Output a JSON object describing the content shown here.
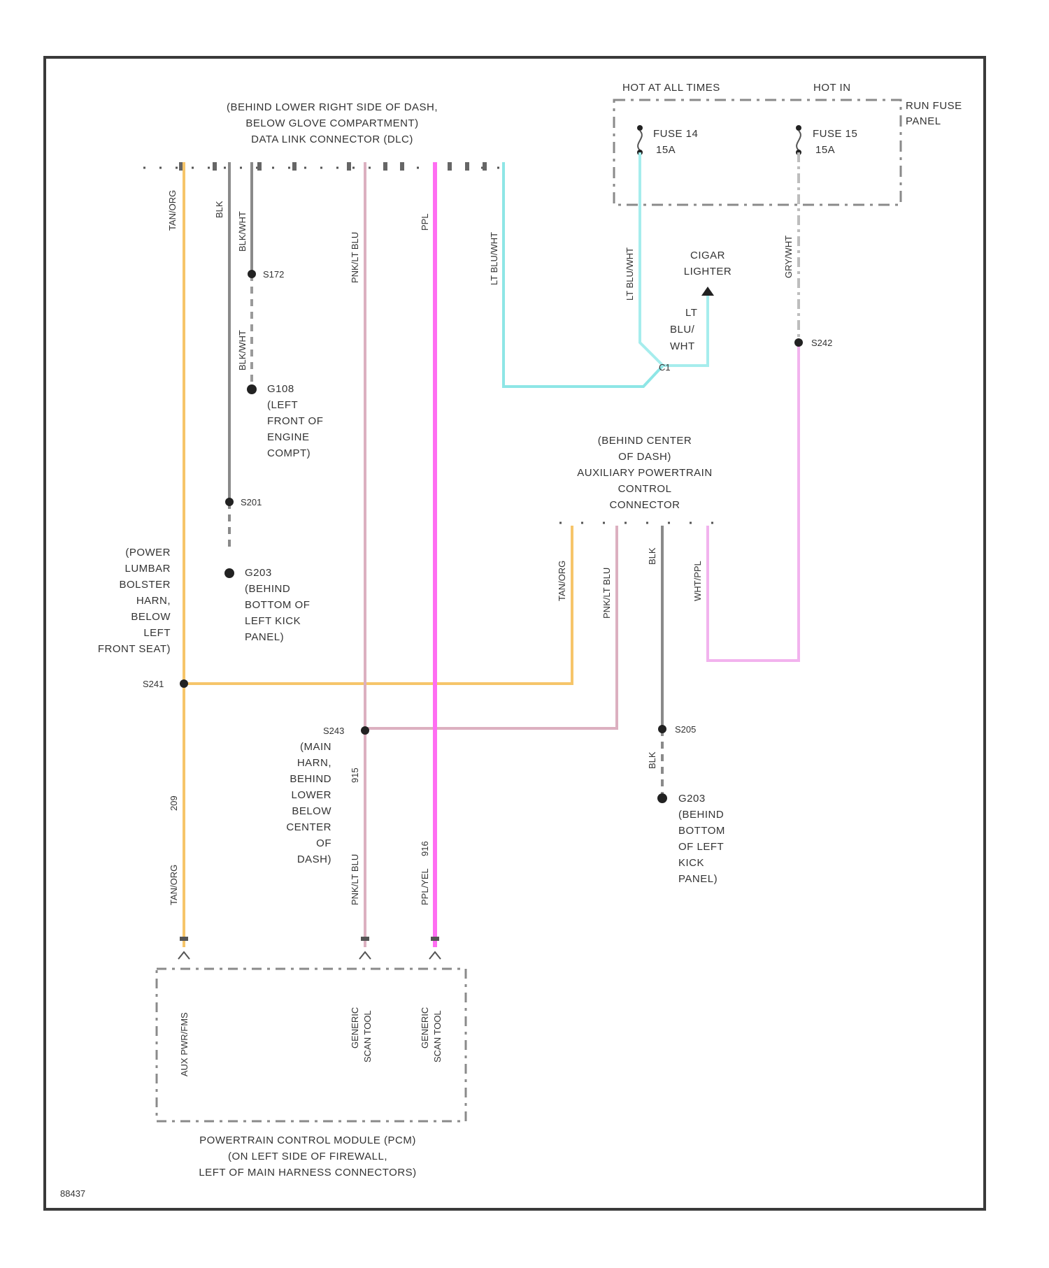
{
  "figure_id": "88437",
  "colors": {
    "tan_org": "#f6c56a",
    "pnk_lt_blu": "#dcb0c0",
    "ppl": "#ff6ef2",
    "lt_blu_wht": "#8ee6e6",
    "lt_blu_wht_2": "#a6eded",
    "gry_wht": "#bdbdbd",
    "wht_ppl": "#f2b3ee",
    "blk": "#8a8a8a",
    "frame": "#3a3a3a"
  },
  "dlc": {
    "line1": "(BEHIND LOWER RIGHT SIDE OF DASH,",
    "line2": "BELOW GLOVE COMPARTMENT)",
    "line3": "DATA LINK CONNECTOR (DLC)"
  },
  "fuse_panel": {
    "hot_at_all_times": "HOT AT ALL TIMES",
    "hot_in_run": "HOT IN",
    "panel_line1": "RUN FUSE",
    "panel_line2": "PANEL",
    "fuse1_name": "FUSE 14",
    "fuse1_rating": "15A",
    "fuse2_name": "FUSE 15",
    "fuse2_rating": "15A"
  },
  "cigar_lighter": {
    "line1": "CIGAR",
    "line2": "LIGHTER"
  },
  "wire_labels": {
    "tan_org": "TAN/ORG",
    "blk": "BLK",
    "blk_wht": "BLK/WHT",
    "blk_wht_2": "BLK/WHT",
    "pnk_lt_blu": "PNK/LT BLU",
    "ppl": "PPL",
    "lt_blu_wht_dlc": "LT BLU/WHT",
    "lt_blu_wht_fuse": "LT BLU/WHT",
    "gry_wht": "GRY/WHT",
    "lt_blu_wht_cigar_1": "LT",
    "lt_blu_wht_cigar_2": "BLU/",
    "lt_blu_wht_cigar_3": "WHT",
    "apc_tan_org": "TAN/ORG",
    "apc_pnk_lt_blu": "PNK/LT BLU",
    "apc_blk": "BLK",
    "apc_wht_ppl": "WHT/PPL",
    "blk_lower": "BLK",
    "tan_org_lower": "TAN/ORG",
    "pnk_lt_blu_lower": "PNK/LT BLU",
    "ppl_lower": "PPL/YEL",
    "num_tan": "209",
    "num_pnk": "915",
    "num_ppl": "916"
  },
  "splices": {
    "s172": "S172",
    "g108_1": "G108",
    "g108_2": "(LEFT",
    "g108_3": "FRONT OF",
    "g108_4": "ENGINE",
    "g108_5": "COMPT)",
    "s201": "S201",
    "g203a_1": "G203",
    "g203a_2": "(BEHIND",
    "g203a_3": "BOTTOM OF",
    "g203a_4": "LEFT KICK",
    "g203a_5": "PANEL)",
    "s242": "S242",
    "c1": "C1",
    "s241": "S241",
    "s243": "S243",
    "s205": "S205",
    "g203b_1": "G203",
    "g203b_2": "(BEHIND",
    "g203b_3": "BOTTOM",
    "g203b_4": "OF LEFT",
    "g203b_5": "KICK",
    "g203b_6": "PANEL)"
  },
  "power_lumbar": {
    "l1": "(POWER",
    "l2": "LUMBAR",
    "l3": "BOLSTER",
    "l4": "HARN,",
    "l5": "BELOW",
    "l6": "LEFT",
    "l7": "FRONT SEAT)"
  },
  "dash_harn": {
    "l1": "(MAIN",
    "l2": "HARN,",
    "l3": "BEHIND",
    "l4": "LOWER",
    "l5": "BELOW",
    "l6": "CENTER",
    "l7": "OF",
    "l8": "DASH)"
  },
  "apc": {
    "l1": "(BEHIND CENTER",
    "l2": "OF DASH)",
    "l3": "AUXILIARY POWERTRAIN",
    "l4": "CONTROL",
    "l5": "CONNECTOR"
  },
  "pcm": {
    "pin1": "AUX PWR/FMS",
    "pin2a": "GENERIC",
    "pin2b": "SCAN TOOL",
    "pin3a": "GENERIC",
    "pin3b": "SCAN TOOL",
    "l1": "POWERTRAIN CONTROL MODULE (PCM)",
    "l2": "(ON LEFT SIDE OF FIREWALL,",
    "l3": "LEFT OF MAIN HARNESS CONNECTORS)"
  }
}
